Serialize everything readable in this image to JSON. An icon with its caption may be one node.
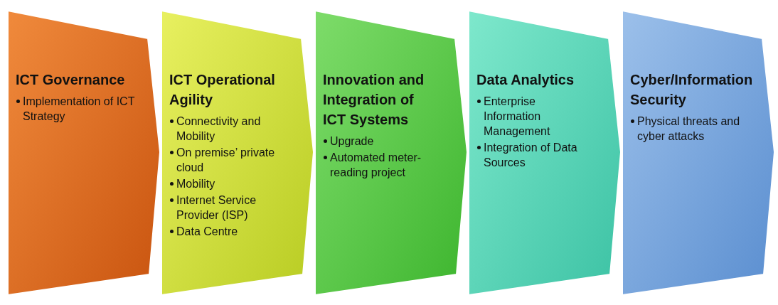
{
  "diagram": {
    "nodes": [
      {
        "text": [
          "ICT Governance",
          "Implementation of ICT Strategy"
        ]
      },
      {
        "text": [
          "ICT Operational Agility",
          "Connectivity and Mobility",
          "On premise’ private cloud",
          "Mobility",
          "Internet Service Provider (ISP)",
          "Data Centre"
        ]
      },
      {
        "text": [
          "Innovation and Integration of ICT Systems",
          "Upgrade",
          "Automated meter-reading project"
        ]
      },
      {
        "text": [
          "Data Analytics",
          "Enterprise Information Management",
          "Integration of Data Sources"
        ]
      },
      {
        "text": [
          "Cyber/Information Security",
          "Physical threats and cyber attacks"
        ]
      }
    ]
  }
}
